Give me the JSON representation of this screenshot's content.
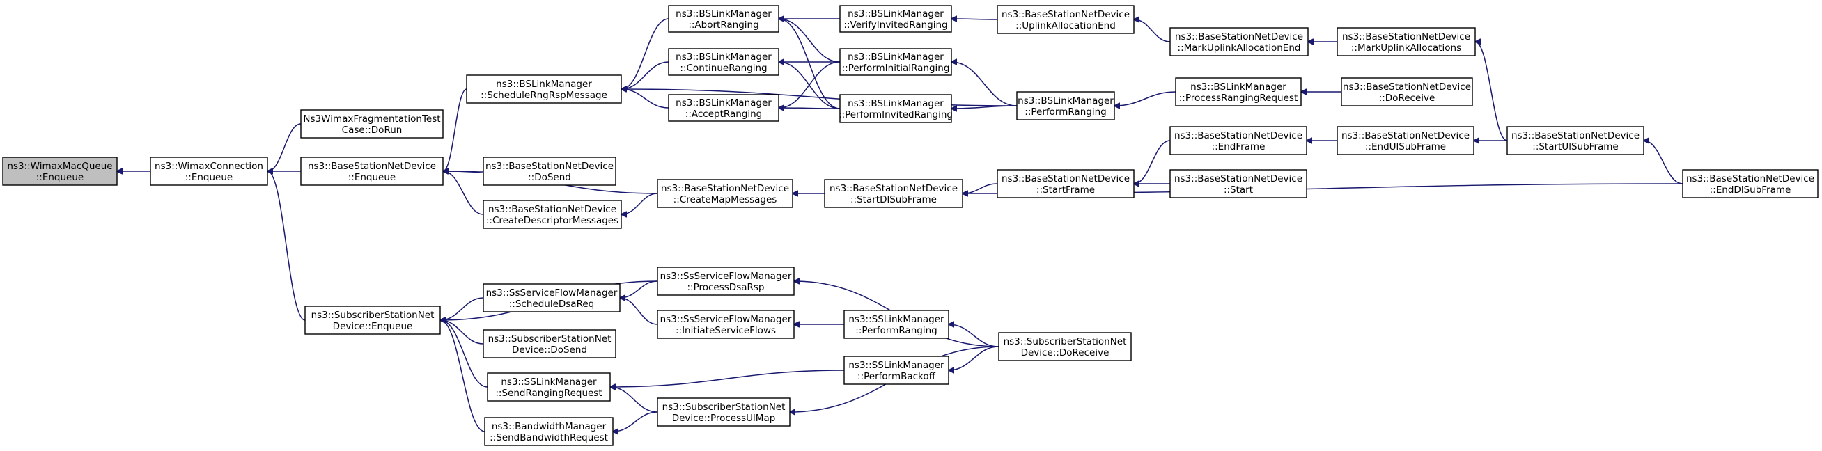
{
  "nodes": [
    {
      "id": "wimaxmacqueue_enqueue",
      "lines": [
        "ns3::WimaxMacQueue",
        "::Enqueue"
      ],
      "root": true
    },
    {
      "id": "wimaxconnection_enqueue",
      "lines": [
        "ns3::WimaxConnection",
        "::Enqueue"
      ]
    },
    {
      "id": "fragtest_dorun",
      "lines": [
        "Ns3WimaxFragmentationTest",
        "Case::DoRun"
      ]
    },
    {
      "id": "bsnd_enqueue",
      "lines": [
        "ns3::BaseStationNetDevice",
        "::Enqueue"
      ]
    },
    {
      "id": "ssnd_enqueue",
      "lines": [
        "ns3::SubscriberStationNet",
        "Device::Enqueue"
      ]
    },
    {
      "id": "bslm_schedulerngrsp",
      "lines": [
        "ns3::BSLinkManager",
        "::ScheduleRngRspMessage"
      ]
    },
    {
      "id": "bsnd_dosend",
      "lines": [
        "ns3::BaseStationNetDevice",
        "::DoSend"
      ]
    },
    {
      "id": "bsnd_createdescriptor",
      "lines": [
        "ns3::BaseStationNetDevice",
        "::CreateDescriptorMessages"
      ]
    },
    {
      "id": "ssfm_scheduledsareq",
      "lines": [
        "ns3::SsServiceFlowManager",
        "::ScheduleDsaReq"
      ]
    },
    {
      "id": "ssnd_dosend",
      "lines": [
        "ns3::SubscriberStationNet",
        "Device::DoSend"
      ]
    },
    {
      "id": "sslm_sendrangingrequest",
      "lines": [
        "ns3::SSLinkManager",
        "::SendRangingRequest"
      ]
    },
    {
      "id": "bwm_sendbandwidthrequest",
      "lines": [
        "ns3::BandwidthManager",
        "::SendBandwidthRequest"
      ]
    },
    {
      "id": "bslm_abortranging",
      "lines": [
        "ns3::BSLinkManager",
        "::AbortRanging"
      ]
    },
    {
      "id": "bslm_continueranging",
      "lines": [
        "ns3::BSLinkManager",
        "::ContinueRanging"
      ]
    },
    {
      "id": "bslm_acceptranging",
      "lines": [
        "ns3::BSLinkManager",
        "::AcceptRanging"
      ]
    },
    {
      "id": "bsnd_createmapmessages",
      "lines": [
        "ns3::BaseStationNetDevice",
        "::CreateMapMessages"
      ]
    },
    {
      "id": "ssfm_processdsarsp",
      "lines": [
        "ns3::SsServiceFlowManager",
        "::ProcessDsaRsp"
      ]
    },
    {
      "id": "ssfm_initiateserviceflows",
      "lines": [
        "ns3::SsServiceFlowManager",
        "::InitiateServiceFlows"
      ]
    },
    {
      "id": "ssnd_processulmap",
      "lines": [
        "ns3::SubscriberStationNet",
        "Device::ProcessUlMap"
      ]
    },
    {
      "id": "bslm_verifyinvitedranging",
      "lines": [
        "ns3::BSLinkManager",
        "::VerifyInvitedRanging"
      ]
    },
    {
      "id": "bslm_performinitialranging",
      "lines": [
        "ns3::BSLinkManager",
        "::PerformInitialRanging"
      ]
    },
    {
      "id": "bslm_performinvitedranging",
      "lines": [
        "ns3::BSLinkManager",
        "::PerformInvitedRanging"
      ]
    },
    {
      "id": "bsnd_startdlsubframe",
      "lines": [
        "ns3::BaseStationNetDevice",
        "::StartDlSubFrame"
      ]
    },
    {
      "id": "sslm_performranging",
      "lines": [
        "ns3::SSLinkManager",
        "::PerformRanging"
      ]
    },
    {
      "id": "sslm_performbackoff",
      "lines": [
        "ns3::SSLinkManager",
        "::PerformBackoff"
      ]
    },
    {
      "id": "bsnd_uplinkallocationend",
      "lines": [
        "ns3::BaseStationNetDevice",
        "::UplinkAllocationEnd"
      ]
    },
    {
      "id": "bslm_performranging",
      "lines": [
        "ns3::BSLinkManager",
        "::PerformRanging"
      ]
    },
    {
      "id": "bsnd_startframe",
      "lines": [
        "ns3::BaseStationNetDevice",
        "::StartFrame"
      ]
    },
    {
      "id": "ssnd_doreceive",
      "lines": [
        "ns3::SubscriberStationNet",
        "Device::DoReceive"
      ]
    },
    {
      "id": "bsnd_markuplinkallocationend",
      "lines": [
        "ns3::BaseStationNetDevice",
        "::MarkUplinkAllocationEnd"
      ]
    },
    {
      "id": "bslm_processrangingrequest",
      "lines": [
        "ns3::BSLinkManager",
        "::ProcessRangingRequest"
      ]
    },
    {
      "id": "bsnd_endframe",
      "lines": [
        "ns3::BaseStationNetDevice",
        "::EndFrame"
      ]
    },
    {
      "id": "bsnd_start",
      "lines": [
        "ns3::BaseStationNetDevice",
        "::Start"
      ]
    },
    {
      "id": "bsnd_markuplinkallocations",
      "lines": [
        "ns3::BaseStationNetDevice",
        "::MarkUplinkAllocations"
      ]
    },
    {
      "id": "bsnd_doreceive",
      "lines": [
        "ns3::BaseStationNetDevice",
        "::DoReceive"
      ]
    },
    {
      "id": "bsnd_endulsubframe",
      "lines": [
        "ns3::BaseStationNetDevice",
        "::EndUlSubFrame"
      ]
    },
    {
      "id": "bsnd_startulsubframe",
      "lines": [
        "ns3::BaseStationNetDevice",
        "::StartUlSubFrame"
      ]
    },
    {
      "id": "bsnd_enddlsubframe",
      "lines": [
        "ns3::BaseStationNetDevice",
        "::EndDlSubFrame"
      ]
    }
  ],
  "edges": [
    [
      "wimaxconnection_enqueue",
      "wimaxmacqueue_enqueue"
    ],
    [
      "fragtest_dorun",
      "wimaxconnection_enqueue"
    ],
    [
      "bsnd_enqueue",
      "wimaxconnection_enqueue"
    ],
    [
      "ssnd_enqueue",
      "wimaxconnection_enqueue"
    ],
    [
      "bslm_schedulerngrsp",
      "bsnd_enqueue"
    ],
    [
      "bsnd_dosend",
      "bsnd_enqueue"
    ],
    [
      "bsnd_createdescriptor",
      "bsnd_enqueue"
    ],
    [
      "bsnd_createmapmessages",
      "bsnd_enqueue"
    ],
    [
      "bslm_abortranging",
      "bslm_schedulerngrsp"
    ],
    [
      "bslm_continueranging",
      "bslm_schedulerngrsp"
    ],
    [
      "bslm_acceptranging",
      "bslm_schedulerngrsp"
    ],
    [
      "bslm_performranging",
      "bslm_schedulerngrsp"
    ],
    [
      "bsnd_createmapmessages",
      "bsnd_createdescriptor"
    ],
    [
      "bslm_verifyinvitedranging",
      "bslm_abortranging"
    ],
    [
      "bslm_performinitialranging",
      "bslm_abortranging"
    ],
    [
      "bslm_performinvitedranging",
      "bslm_abortranging"
    ],
    [
      "bslm_performinitialranging",
      "bslm_continueranging"
    ],
    [
      "bslm_performinvitedranging",
      "bslm_continueranging"
    ],
    [
      "bslm_performinitialranging",
      "bslm_acceptranging"
    ],
    [
      "bslm_performinvitedranging",
      "bslm_acceptranging"
    ],
    [
      "bsnd_uplinkallocationend",
      "bslm_verifyinvitedranging"
    ],
    [
      "bsnd_markuplinkallocationend",
      "bsnd_uplinkallocationend"
    ],
    [
      "bsnd_markuplinkallocations",
      "bsnd_markuplinkallocationend"
    ],
    [
      "bsnd_startulsubframe",
      "bsnd_markuplinkallocations"
    ],
    [
      "bslm_performranging",
      "bslm_performinitialranging"
    ],
    [
      "bslm_performranging",
      "bslm_performinvitedranging"
    ],
    [
      "bslm_processrangingrequest",
      "bslm_performranging"
    ],
    [
      "bsnd_doreceive",
      "bslm_processrangingrequest"
    ],
    [
      "bsnd_startdlsubframe",
      "bsnd_createmapmessages"
    ],
    [
      "bsnd_startframe",
      "bsnd_startdlsubframe"
    ],
    [
      "bsnd_enddlsubframe",
      "bsnd_startdlsubframe"
    ],
    [
      "bsnd_endframe",
      "bsnd_startframe"
    ],
    [
      "bsnd_start",
      "bsnd_startframe"
    ],
    [
      "bsnd_endulsubframe",
      "bsnd_endframe"
    ],
    [
      "bsnd_startulsubframe",
      "bsnd_endulsubframe"
    ],
    [
      "bsnd_enddlsubframe",
      "bsnd_startulsubframe"
    ],
    [
      "ssfm_processdsarsp",
      "ssnd_enqueue"
    ],
    [
      "ssfm_scheduledsareq",
      "ssnd_enqueue"
    ],
    [
      "ssnd_dosend",
      "ssnd_enqueue"
    ],
    [
      "sslm_sendrangingrequest",
      "ssnd_enqueue"
    ],
    [
      "bwm_sendbandwidthrequest",
      "ssnd_enqueue"
    ],
    [
      "ssfm_processdsarsp",
      "ssfm_scheduledsareq"
    ],
    [
      "ssfm_initiateserviceflows",
      "ssfm_scheduledsareq"
    ],
    [
      "ssnd_doreceive",
      "ssfm_processdsarsp"
    ],
    [
      "sslm_performranging",
      "ssfm_initiateserviceflows"
    ],
    [
      "ssnd_doreceive",
      "sslm_performranging"
    ],
    [
      "sslm_performbackoff",
      "sslm_sendrangingrequest"
    ],
    [
      "ssnd_processulmap",
      "sslm_sendrangingrequest"
    ],
    [
      "ssnd_doreceive",
      "sslm_performbackoff"
    ],
    [
      "ssnd_processulmap",
      "bwm_sendbandwidthrequest"
    ],
    [
      "ssnd_doreceive",
      "ssnd_processulmap"
    ]
  ]
}
